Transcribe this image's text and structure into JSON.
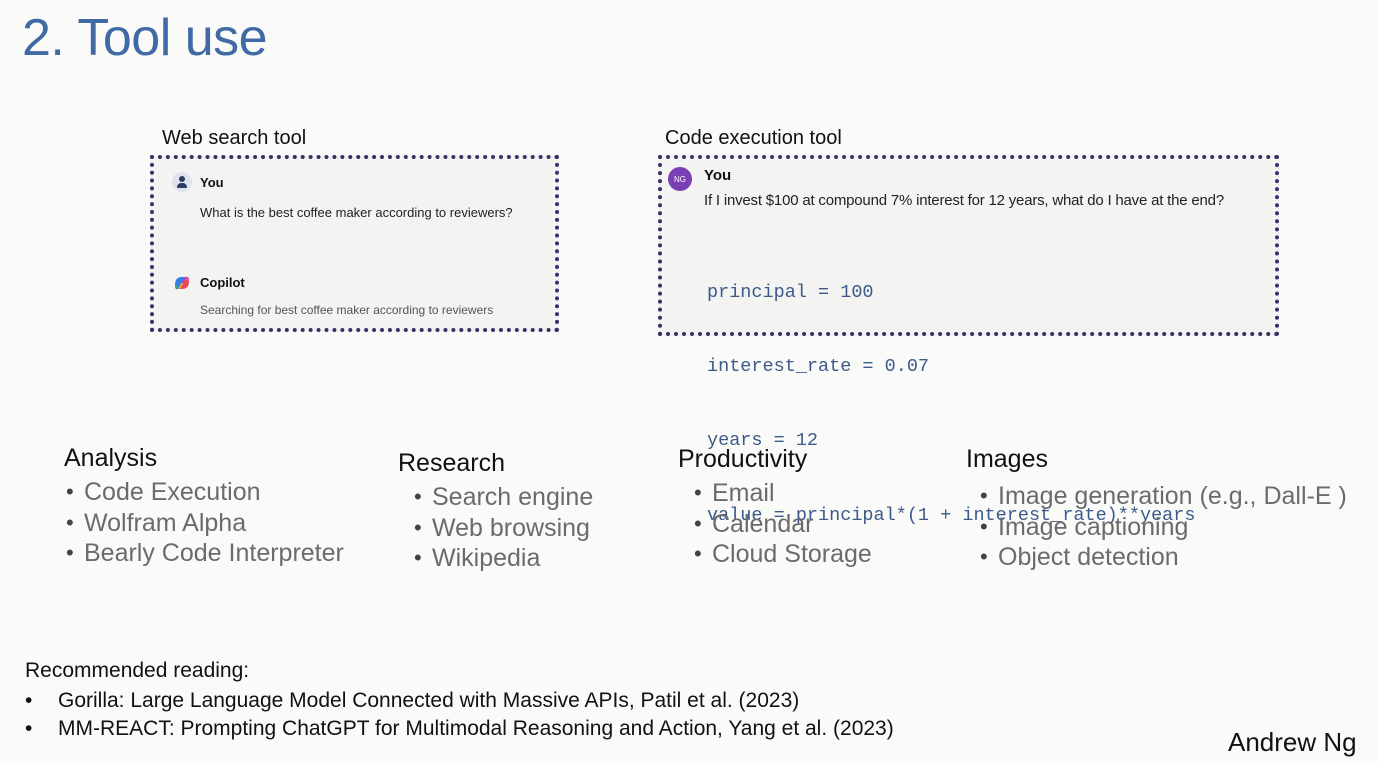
{
  "slide": {
    "title": "2. Tool use",
    "author": "Andrew Ng"
  },
  "web_search_panel": {
    "caption": "Web search tool",
    "user_label": "You",
    "user_question": "What is the best coffee maker according to reviewers?",
    "assistant_label": "Copilot",
    "assistant_status": "Searching for best coffee maker according to reviewers",
    "user_icon": "user-avatar-icon",
    "assistant_icon": "copilot-logo-icon"
  },
  "code_execution_panel": {
    "caption": "Code execution tool",
    "avatar_initials": "NG",
    "user_label": "You",
    "user_question": "If I invest $100 at compound 7% interest for 12 years, what do I have at the end?",
    "code_lines": [
      "principal = 100",
      "interest_rate = 0.07",
      "years = 12",
      "value = principal*(1 + interest_rate)**years"
    ],
    "avatar_color": "#7b3fb5"
  },
  "categories": [
    {
      "title": "Analysis",
      "items": [
        "Code Execution",
        "Wolfram Alpha",
        "Bearly Code Interpreter"
      ]
    },
    {
      "title": "Research",
      "items": [
        "Search engine",
        "Web browsing",
        "Wikipedia"
      ]
    },
    {
      "title": "Productivity",
      "items": [
        "Email",
        "Calendar",
        "Cloud Storage"
      ]
    },
    {
      "title": "Images",
      "items": [
        "Image generation (e.g., Dall-E )",
        "Image captioning",
        "Object detection"
      ]
    }
  ],
  "recommended_reading": {
    "title": "Recommended reading:",
    "items": [
      "Gorilla: Large Language Model Connected with Massive APIs, Patil et al. (2023)",
      "MM-REACT: Prompting ChatGPT for Multimodal Reasoning and Action, Yang et al. (2023)"
    ]
  },
  "colors": {
    "title": "#3f6aa6",
    "panel_border": "#3b2f6b",
    "code_text": "#3c5a8a",
    "list_item_text": "#6b6b6b"
  }
}
